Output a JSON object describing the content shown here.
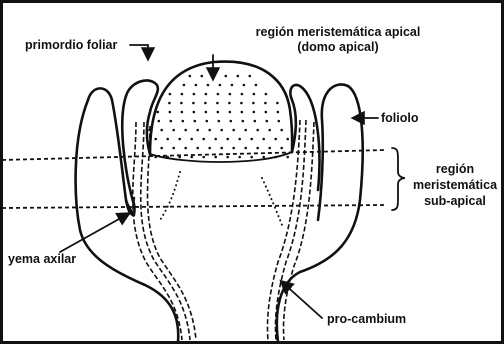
{
  "labels": {
    "primordio": "primordio foliar",
    "region_apical_1": "región meristemática apical",
    "region_apical_2": "(domo apical)",
    "foliolo": "foliolo",
    "region_sub_1": "región",
    "region_sub_2": "meristemática",
    "region_sub_3": "sub-apical",
    "yema": "yema axilar",
    "procambium": "pro-cambium"
  }
}
